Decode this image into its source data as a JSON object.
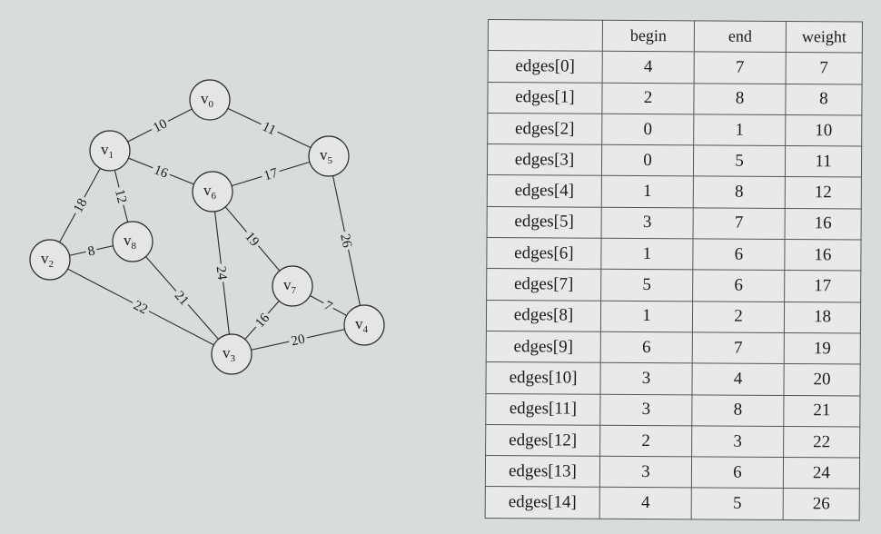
{
  "graph": {
    "nodes": [
      {
        "id": 0,
        "prefix": "v",
        "sub": "0"
      },
      {
        "id": 1,
        "prefix": "v",
        "sub": "1"
      },
      {
        "id": 2,
        "prefix": "v",
        "sub": "2"
      },
      {
        "id": 3,
        "prefix": "v",
        "sub": "3"
      },
      {
        "id": 4,
        "prefix": "v",
        "sub": "4"
      },
      {
        "id": 5,
        "prefix": "v",
        "sub": "5"
      },
      {
        "id": 6,
        "prefix": "v",
        "sub": "6"
      },
      {
        "id": 7,
        "prefix": "v",
        "sub": "7"
      },
      {
        "id": 8,
        "prefix": "v",
        "sub": "8"
      }
    ],
    "edges": [
      {
        "begin": 4,
        "end": 7,
        "weight": "7"
      },
      {
        "begin": 2,
        "end": 8,
        "weight": "8"
      },
      {
        "begin": 0,
        "end": 1,
        "weight": "10"
      },
      {
        "begin": 0,
        "end": 5,
        "weight": "11"
      },
      {
        "begin": 1,
        "end": 8,
        "weight": "12"
      },
      {
        "begin": 3,
        "end": 7,
        "weight": "16"
      },
      {
        "begin": 1,
        "end": 6,
        "weight": "16"
      },
      {
        "begin": 5,
        "end": 6,
        "weight": "17"
      },
      {
        "begin": 1,
        "end": 2,
        "weight": "18"
      },
      {
        "begin": 6,
        "end": 7,
        "weight": "19"
      },
      {
        "begin": 3,
        "end": 4,
        "weight": "20"
      },
      {
        "begin": 3,
        "end": 8,
        "weight": "21"
      },
      {
        "begin": 2,
        "end": 3,
        "weight": "22"
      },
      {
        "begin": 3,
        "end": 6,
        "weight": "24"
      },
      {
        "begin": 4,
        "end": 5,
        "weight": "26"
      }
    ]
  },
  "table": {
    "headers": [
      "",
      "begin",
      "end",
      "weight"
    ],
    "rows": [
      [
        "edges[0]",
        "4",
        "7",
        "7"
      ],
      [
        "edges[1]",
        "2",
        "8",
        "8"
      ],
      [
        "edges[2]",
        "0",
        "1",
        "10"
      ],
      [
        "edges[3]",
        "0",
        "5",
        "11"
      ],
      [
        "edges[4]",
        "1",
        "8",
        "12"
      ],
      [
        "edges[5]",
        "3",
        "7",
        "16"
      ],
      [
        "edges[6]",
        "1",
        "6",
        "16"
      ],
      [
        "edges[7]",
        "5",
        "6",
        "17"
      ],
      [
        "edges[8]",
        "1",
        "2",
        "18"
      ],
      [
        "edges[9]",
        "6",
        "7",
        "19"
      ],
      [
        "edges[10]",
        "3",
        "4",
        "20"
      ],
      [
        "edges[11]",
        "3",
        "8",
        "21"
      ],
      [
        "edges[12]",
        "2",
        "3",
        "22"
      ],
      [
        "edges[13]",
        "3",
        "6",
        "24"
      ],
      [
        "edges[14]",
        "4",
        "5",
        "26"
      ]
    ]
  }
}
